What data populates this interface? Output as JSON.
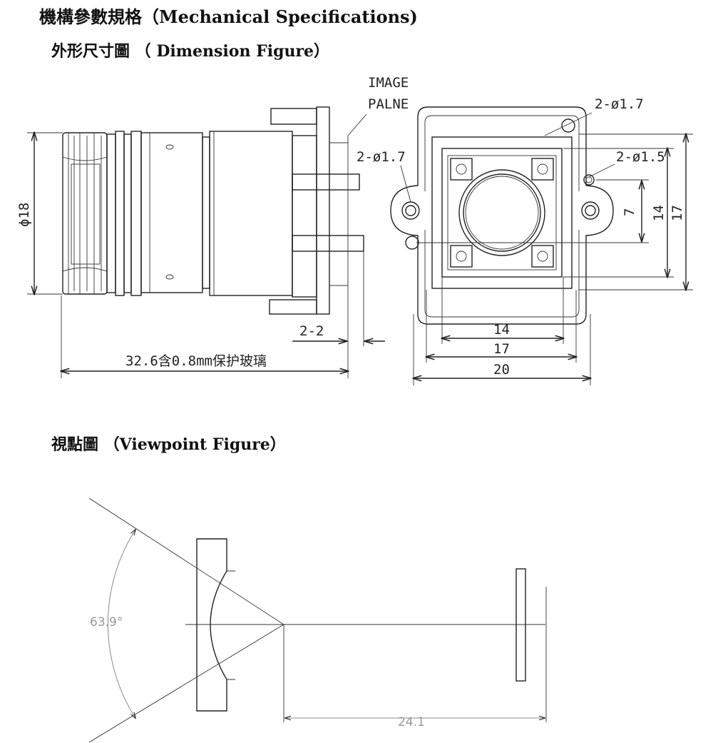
{
  "title": "機構參數規格（Mechanical Specifications)",
  "sections": {
    "dimension_title": "外形尺寸圖 （ Dimension Figure）",
    "viewpoint_title": "視點圖 （Viewpoint Figure）"
  },
  "side_view": {
    "image_plane_line1": "IMAGE",
    "image_plane_line2": "PALNE",
    "diameter": "ϕ18",
    "gap": "2-2",
    "length": "32.6含0.8mm保护玻璃"
  },
  "front_view": {
    "hole_top": "2-ø1.7",
    "hole_left": "2-ø1.7",
    "hole_small": "2-ø1.5",
    "v7": "7",
    "v14": "14",
    "v17": "17",
    "h14": "14",
    "h17": "17",
    "h20": "20"
  },
  "viewpoint": {
    "angle": "63.9°",
    "distance": "24.1"
  }
}
